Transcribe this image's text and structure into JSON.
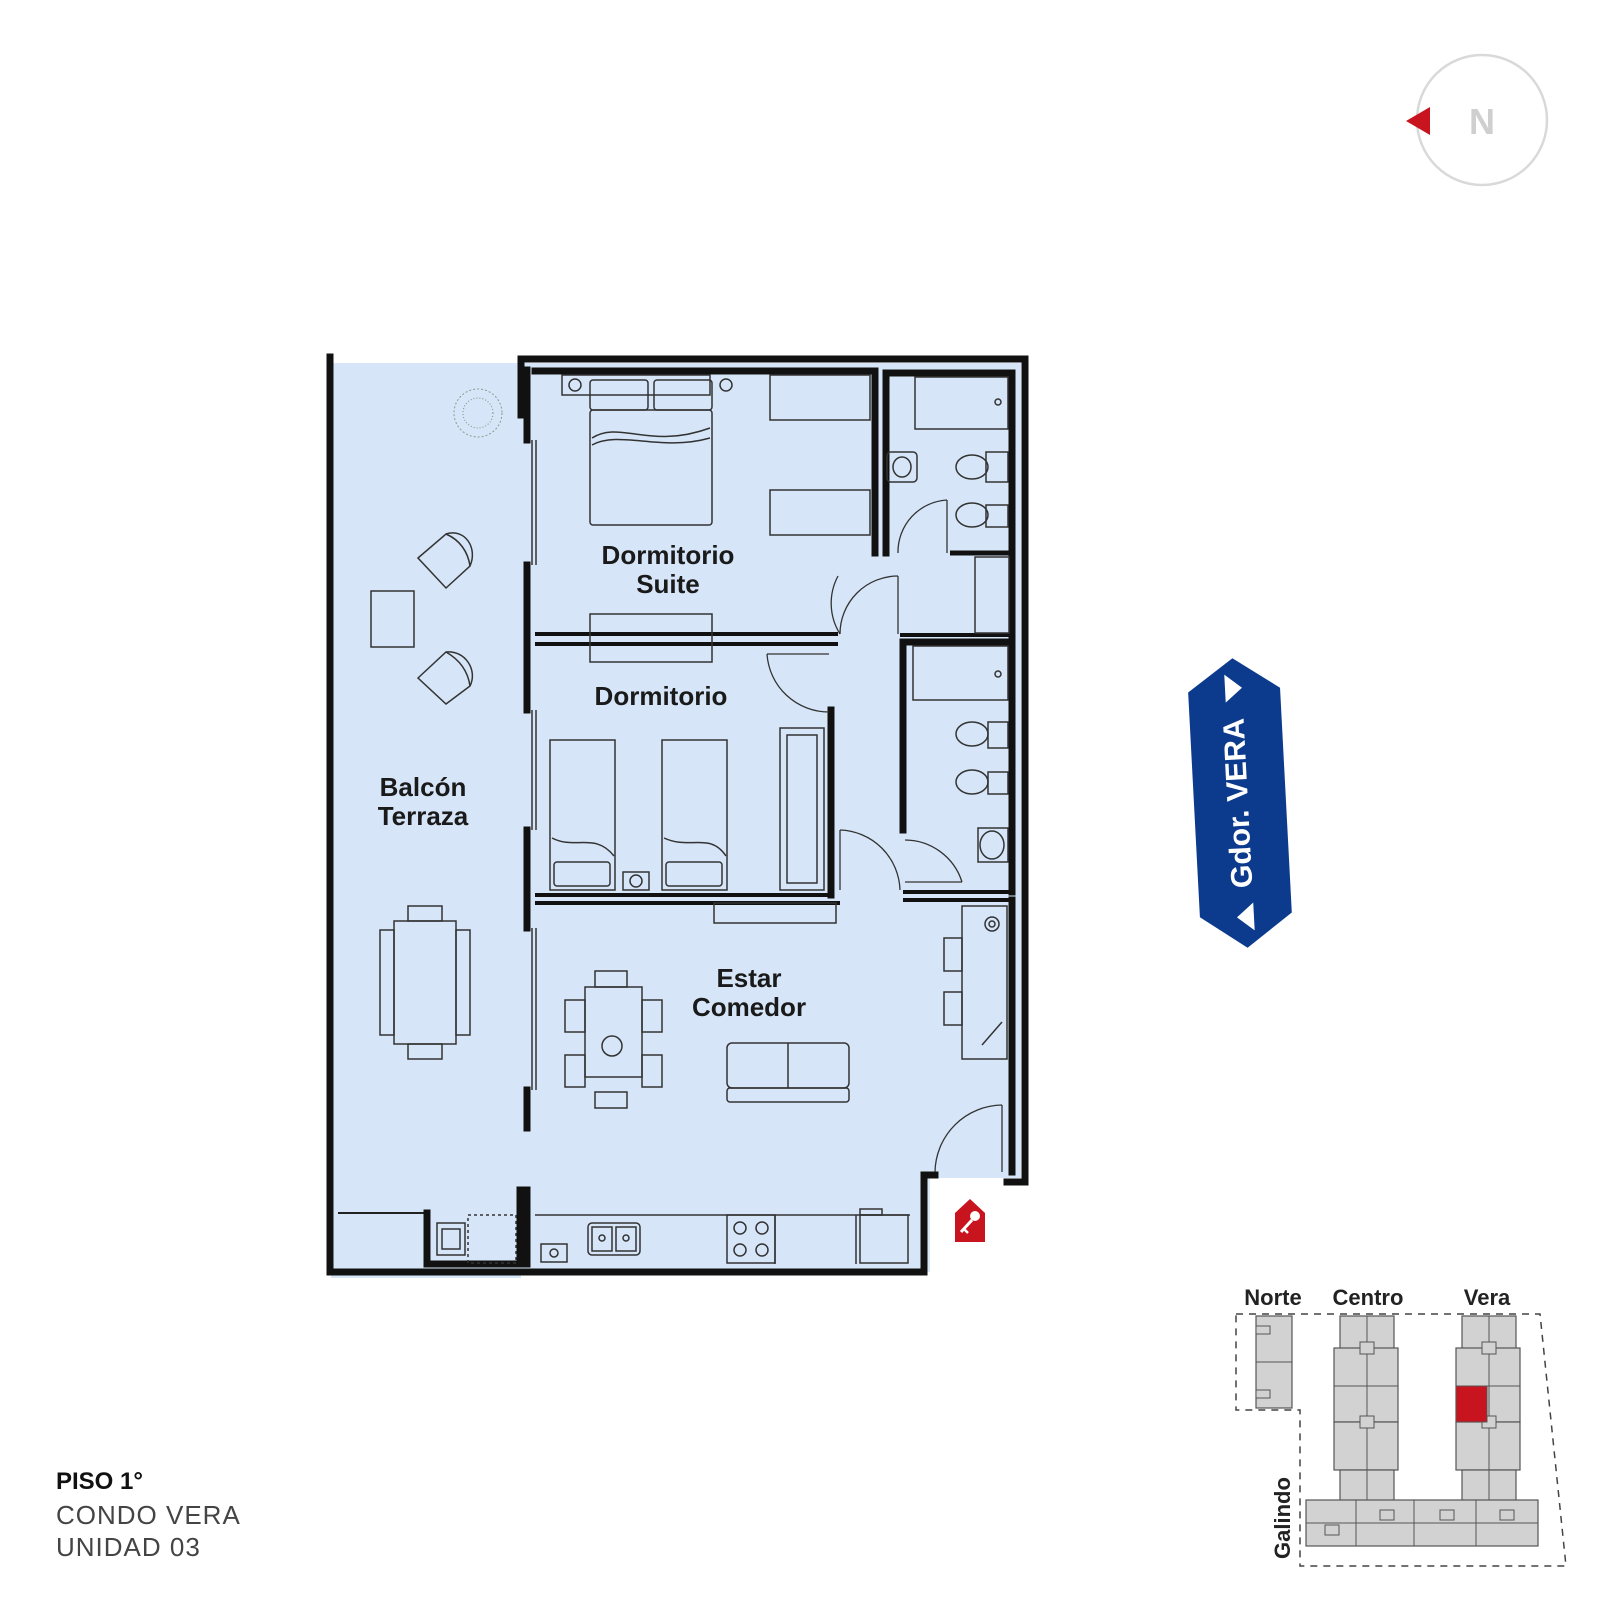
{
  "compass": {
    "label": "N",
    "icon": "north-arrow-icon",
    "accent": "#c8141e"
  },
  "rooms": {
    "suite": {
      "line1": "Dormitorio",
      "line2": "Suite"
    },
    "bedroom": {
      "line1": "Dormitorio"
    },
    "balcony": {
      "line1": "Balcón",
      "line2": "Terraza"
    },
    "living": {
      "line1": "Estar",
      "line2": "Comedor"
    }
  },
  "street_sign": {
    "label": "Gdor. VERA",
    "color": "#0c3a8c"
  },
  "entrance": {
    "icon": "entrance-key-icon",
    "color": "#c8141e"
  },
  "info": {
    "floor": "PISO 1°",
    "condo": "CONDO VERA",
    "unit": "UNIDAD 03"
  },
  "site_plan": {
    "labels": {
      "norte": "Norte",
      "centro": "Centro",
      "vera": "Vera",
      "galindo": "Galindo"
    },
    "highlight_color": "#c8141e"
  },
  "colors": {
    "floor_fill": "#d6e6f8",
    "wall": "#111111",
    "block_fill": "#d2d2d2"
  }
}
